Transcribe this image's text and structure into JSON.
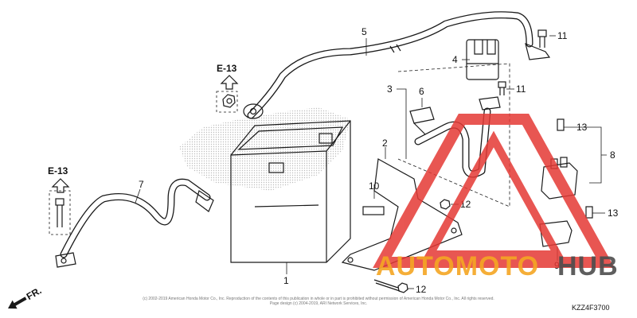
{
  "callouts": {
    "c1": "1",
    "c2": "2",
    "c3": "3",
    "c4": "4",
    "c5": "5",
    "c6": "6",
    "c7": "7",
    "c8": "8",
    "c9": "9",
    "c10": "10",
    "c11a": "11",
    "c11b": "11",
    "c12a": "12",
    "c12b": "12",
    "c13a": "13",
    "c13b": "13"
  },
  "refs": {
    "top": "E-13",
    "left": "E-13"
  },
  "direction_label": "FR.",
  "diagram_code": "KZZ4F3700",
  "copyright_lines": [
    "(c) 2002-2019 American Honda Motor Co., Inc. Reproduction of the contents of this publication in whole or in part is prohibited without permission of American Honda Motor Co., Inc. All rights reserved.",
    "Page design (c) 2004-2019, ARI Network Services, Inc."
  ],
  "watermark": {
    "word_orange": "AUTOMOTO",
    "word_gray": "HUB",
    "color_orange": "#f5a623",
    "color_red": "#e53935",
    "color_gray": "#4d4d4d"
  },
  "colors": {
    "line": "#1a1a1a",
    "ghost_fill": "#d9d9d9"
  }
}
